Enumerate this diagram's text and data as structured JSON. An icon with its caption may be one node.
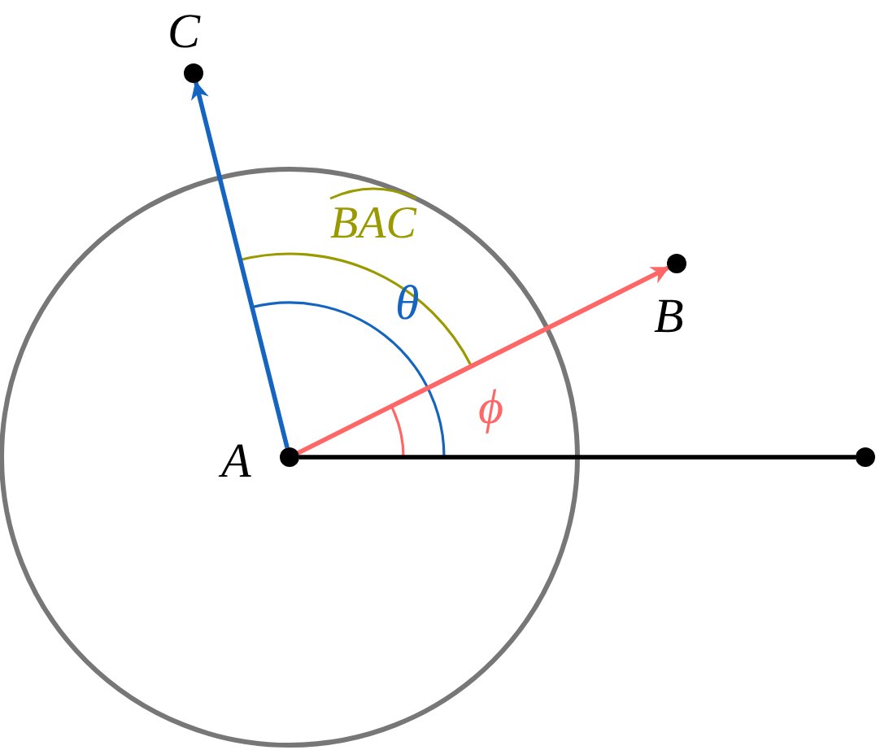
{
  "diagram": {
    "nodes": [
      {
        "text": [
          "A"
        ]
      },
      {
        "text": [
          "B"
        ]
      },
      {
        "text": [
          "C"
        ]
      },
      {
        "text": [],
        "shape": "circle"
      }
    ],
    "edges": [
      {
        "from": 0,
        "to": 2,
        "arrow": "to",
        "color": "#1565c0"
      },
      {
        "from": 0,
        "to": 1,
        "arrow": "to",
        "color": "#ff6666"
      },
      {
        "from": 0,
        "to": 3,
        "arrow": "none",
        "color": "#000000"
      }
    ],
    "labels": [
      "BAC",
      "θ",
      "ϕ"
    ]
  }
}
